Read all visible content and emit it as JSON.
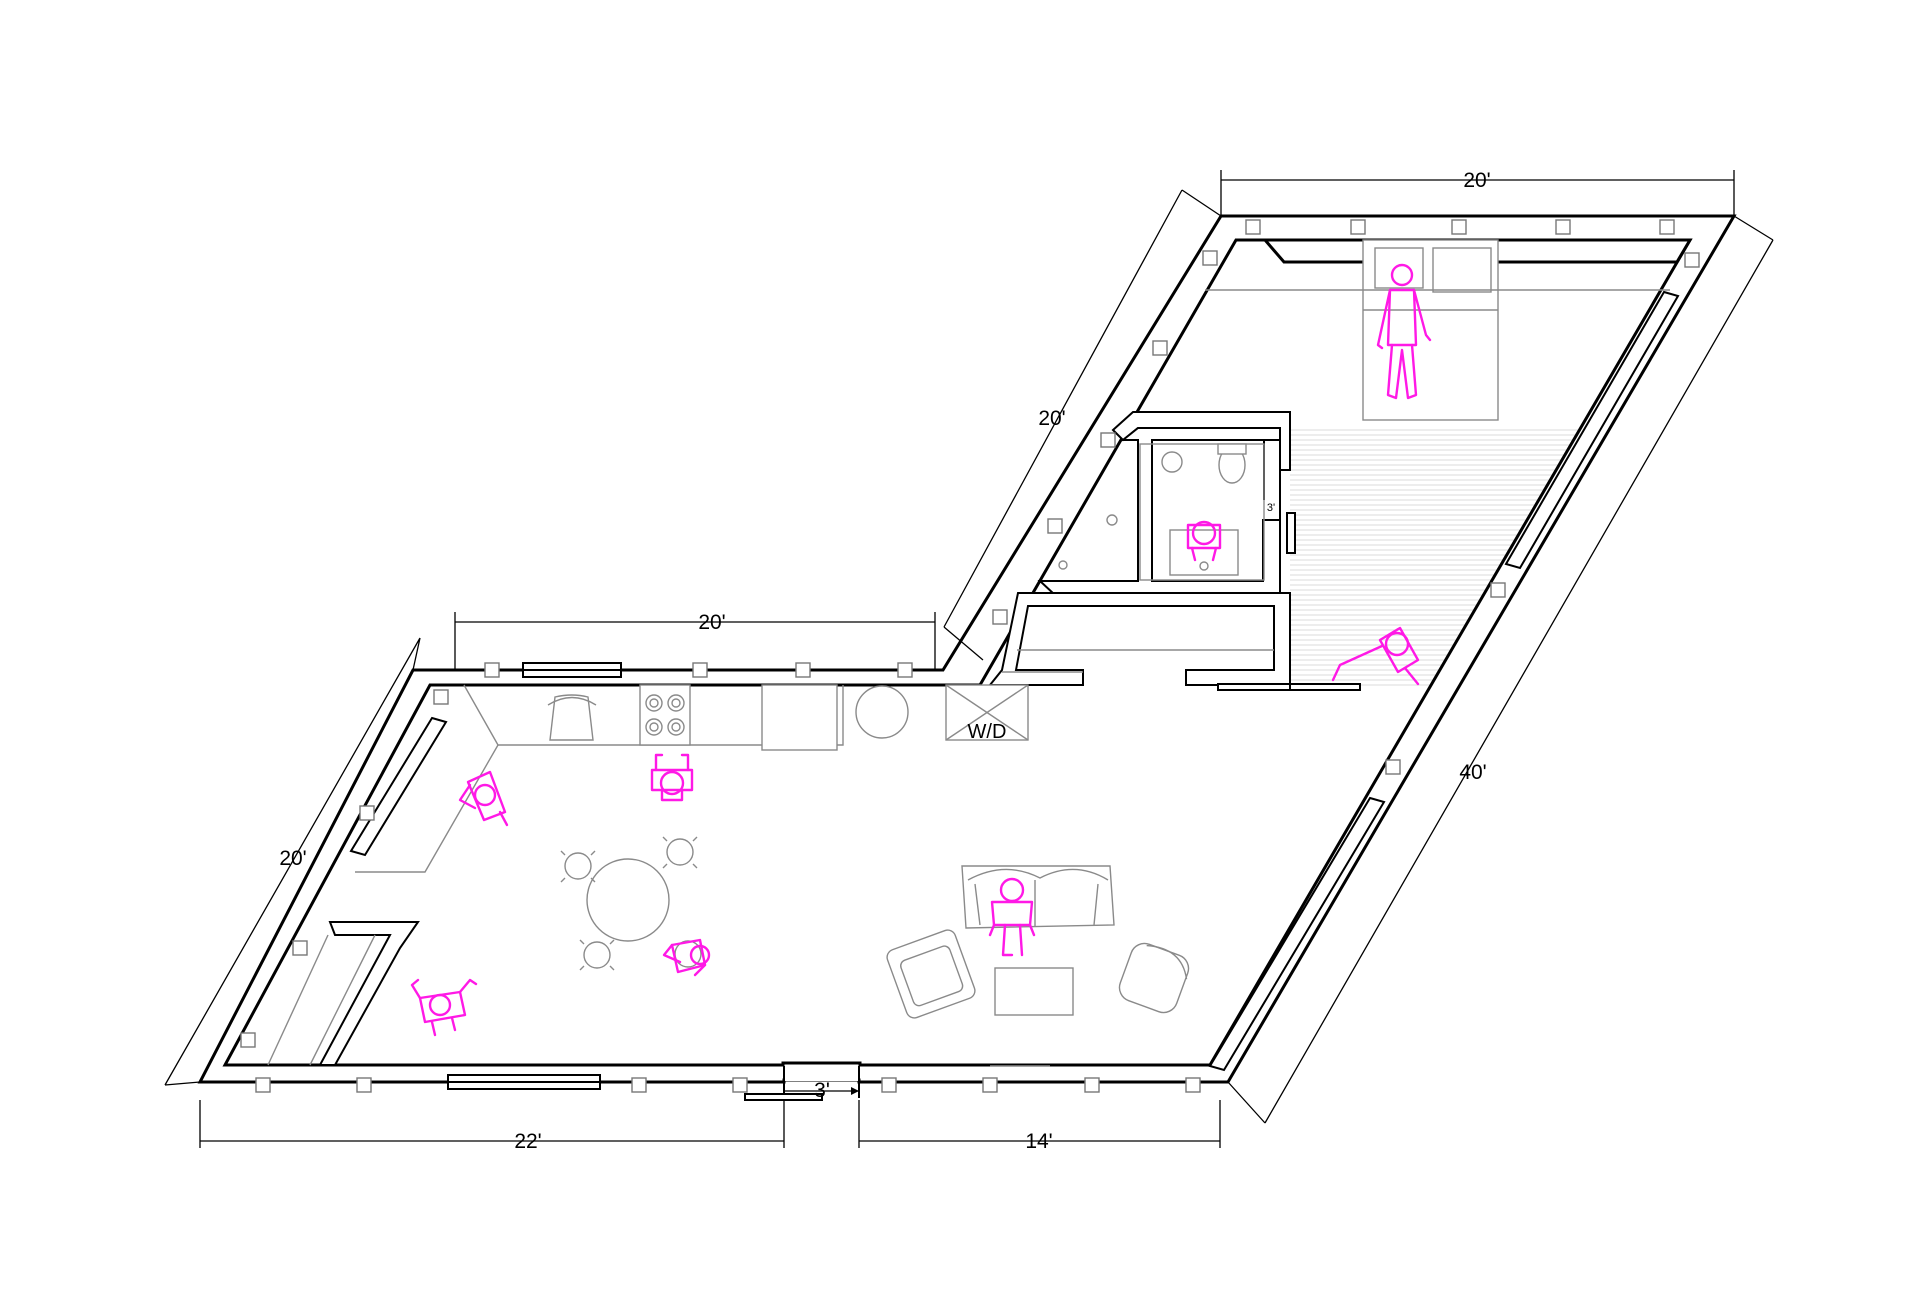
{
  "dimensions": {
    "top_right_width": "20'",
    "upper_diagonal": "20'",
    "middle_width": "20'",
    "left_diagonal": "20'",
    "right_diagonal": "40'",
    "bottom_left_width": "22'",
    "door_gap": "3'",
    "bottom_right_width": "14'",
    "bath_door": "3'"
  },
  "labels": {
    "washer_dryer": "W/D"
  },
  "colors": {
    "wall_stroke": "#000000",
    "furniture_stroke": "#8a8a8a",
    "people": "#ff19e6"
  }
}
